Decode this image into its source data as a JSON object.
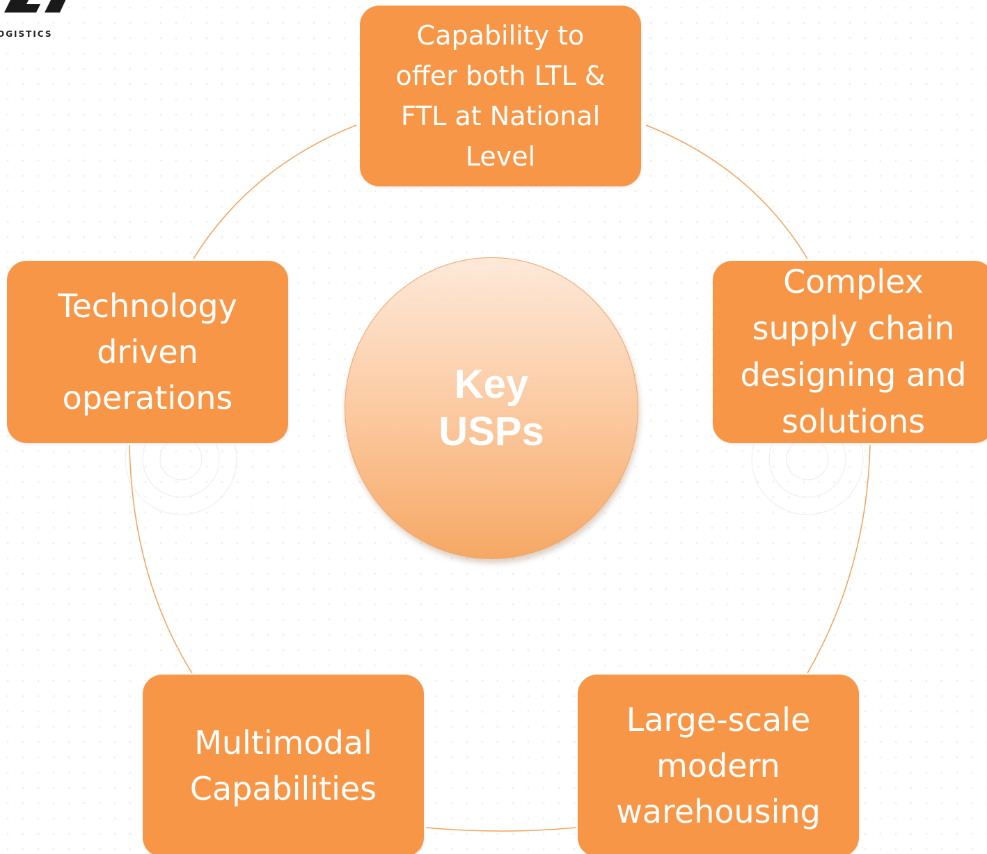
{
  "logo": {
    "text": "OGISTICS"
  },
  "colors": {
    "box_fill": "#f79646",
    "ring_line": "#f4a25a",
    "hub_top": "#fde9da",
    "hub_bottom": "#f6a865"
  },
  "center": {
    "line1": "Key",
    "line2": "USPs"
  },
  "nodes": {
    "top": {
      "line1": "Capability to",
      "line2": "offer both LTL &",
      "line3": "FTL at National",
      "line4": "Level"
    },
    "right": {
      "line1": "Complex",
      "line2": "supply chain",
      "line3": "designing and",
      "line4": "solutions"
    },
    "bottom_right": {
      "line1": "Large-scale",
      "line2": "modern",
      "line3": "warehousing"
    },
    "bottom_left": {
      "line1": "Multimodal",
      "line2": "Capabilities"
    },
    "left": {
      "line1": "Technology",
      "line2": "driven",
      "line3": "operations"
    }
  }
}
